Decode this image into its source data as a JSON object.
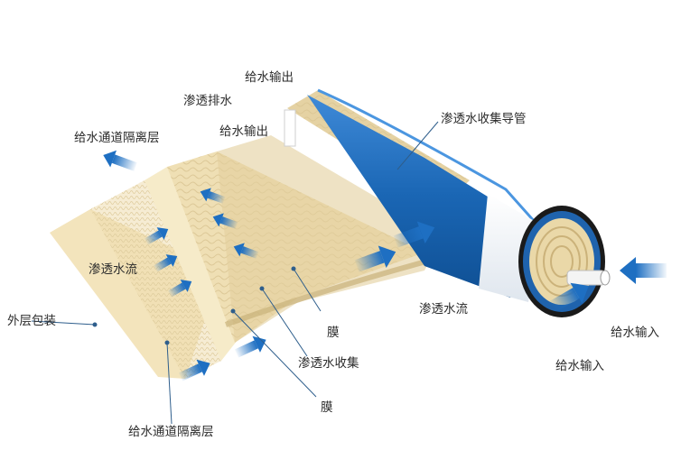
{
  "labels": {
    "feed_outlet_top": "给水输出",
    "permeate_drain": "渗透排水",
    "feed_outlet": "给水输出",
    "feed_spacer_top": "给水通道隔离层",
    "permeate_tube": "渗透水收集导管",
    "permeate_flow_left": "渗透水流",
    "permeate_flow_right": "渗透水流",
    "outer_wrap": "外层包装",
    "membrane_1": "膜",
    "permeate_collection": "渗透水收集",
    "membrane_2": "膜",
    "feed_input_right": "给水输入",
    "feed_input_bottom": "给水输入",
    "feed_spacer_bottom": "给水通道隔离层"
  },
  "colors": {
    "arrow": "#1e6fc2",
    "cylinder_blue": "#1c68b3",
    "sheet_outer": "#f2e2b8",
    "membrane": "#e7d3a5",
    "leader_line": "#2e5e8c"
  }
}
